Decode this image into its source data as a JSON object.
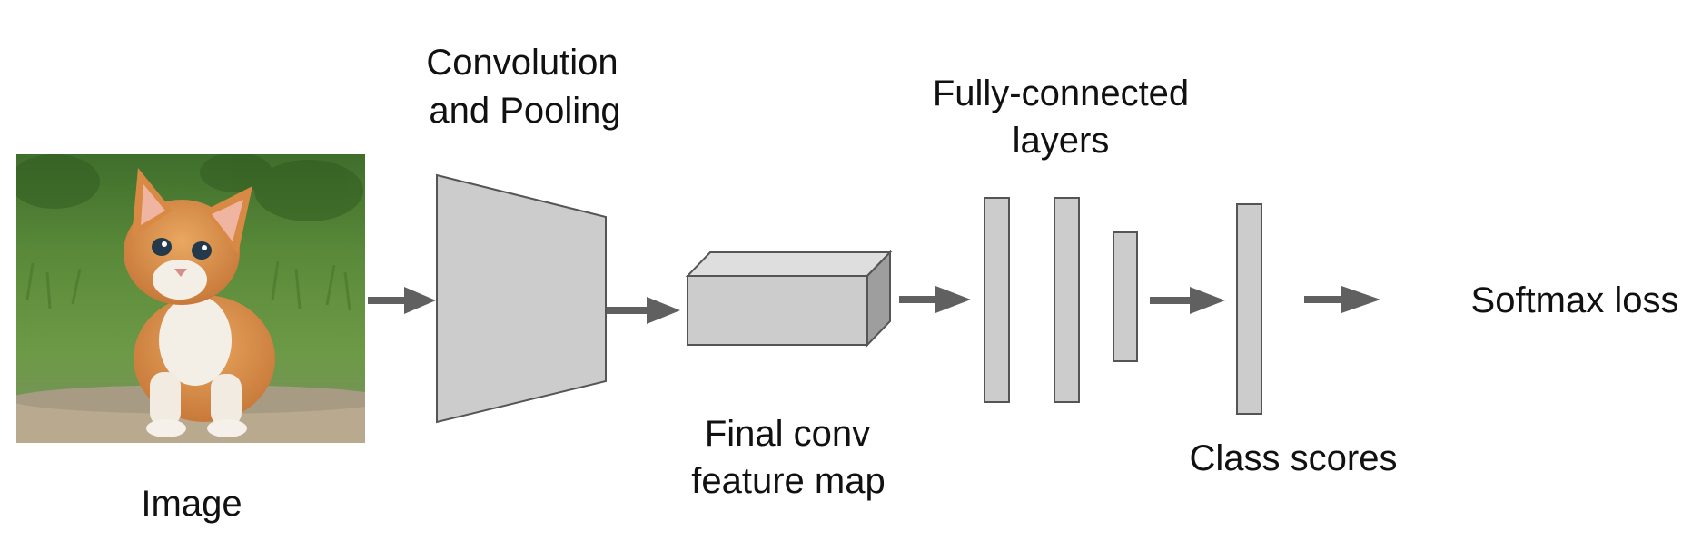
{
  "labels": {
    "image": "Image",
    "conv_line1": "Convolution",
    "conv_line2": "and Pooling",
    "feature_line1": "Final conv",
    "feature_line2": "feature map",
    "fc_line1": "Fully-connected",
    "fc_line2": "layers",
    "class_scores": "Class scores",
    "softmax": "Softmax loss"
  },
  "colors": {
    "block_fill": "#cccccc",
    "block_side": "#9e9e9e",
    "block_top": "#dedede",
    "stroke": "#555555",
    "arrow": "#606060",
    "text": "#111111"
  },
  "icons": {
    "input_image": "kitten-photo"
  }
}
